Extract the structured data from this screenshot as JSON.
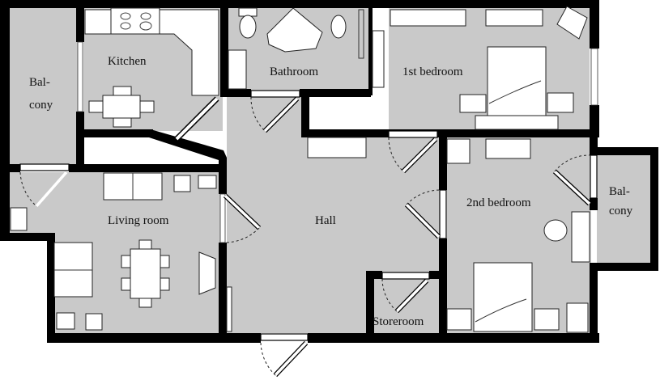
{
  "floor_plan": {
    "rooms": [
      {
        "id": "balcony-left",
        "label_lines": [
          "Bal-",
          "cony"
        ]
      },
      {
        "id": "kitchen",
        "label": "Kitchen"
      },
      {
        "id": "bathroom",
        "label": "Bathroom"
      },
      {
        "id": "first-bedroom",
        "label": "1st bedroom"
      },
      {
        "id": "living-room",
        "label": "Living room"
      },
      {
        "id": "hall",
        "label": "Hall"
      },
      {
        "id": "second-bedroom",
        "label": "2nd bedroom"
      },
      {
        "id": "balcony-right",
        "label_lines": [
          "Bal-",
          "cony"
        ]
      },
      {
        "id": "storeroom",
        "label": "Storeroom"
      }
    ],
    "colors": {
      "floor": "#c9c9c9",
      "wall": "#000000",
      "furniture": "#ffffff"
    }
  }
}
